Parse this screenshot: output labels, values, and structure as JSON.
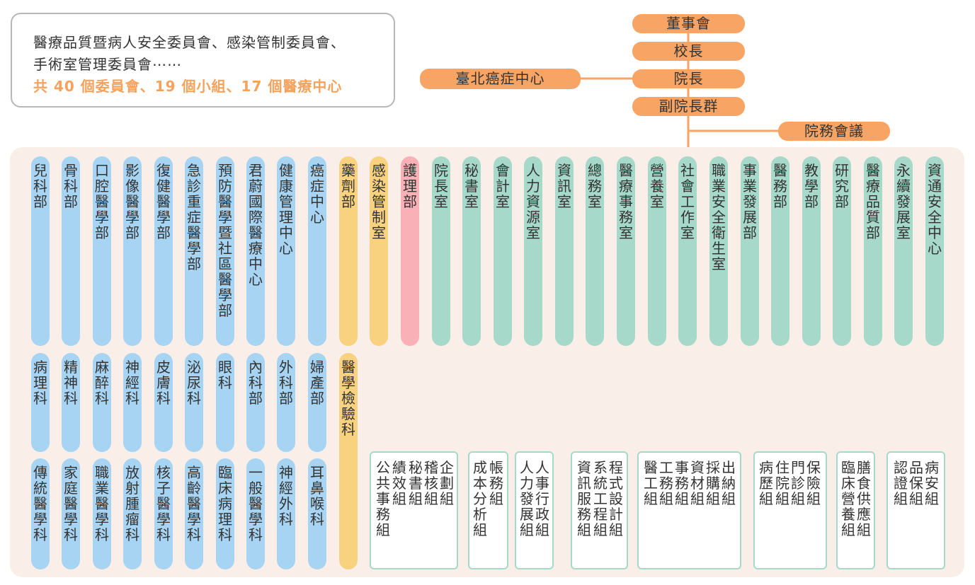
{
  "info": {
    "line1": "醫療品質暨病人安全委員會、感染管制委員會、",
    "line2": "手術室管理委員會⋯⋯",
    "summary": "共 40 個委員會、19 個小組、17 個醫療中心"
  },
  "top": {
    "board": "董事會",
    "president": "校長",
    "superintendent": "院長",
    "deputies": "副院長群",
    "cancer_center": "臺北癌症中心",
    "council": "院務會議"
  },
  "clinical_row1": [
    "兒科部",
    "骨科部",
    "口腔醫學部",
    "影像醫學部",
    "復健醫學部",
    "急診重症醫學部",
    "預防醫學暨社區醫學部",
    "君蔚國際醫療中心",
    "健康管理中心",
    "癌症中心"
  ],
  "clinical_row2": [
    "病理科",
    "精神科",
    "麻醉科",
    "神經科",
    "皮膚科",
    "泌尿科",
    "眼科",
    "內科部",
    "外科部",
    "婦產部"
  ],
  "clinical_row3": [
    "傳統醫學科",
    "家庭醫學科",
    "職業醫學科",
    "放射腫瘤科",
    "核子醫學科",
    "高齡醫學科",
    "臨床病理科",
    "一般醫學科",
    "神經外科",
    "耳鼻喉科"
  ],
  "pharmacy": "藥劑部",
  "lab_medicine": "醫學檢驗科",
  "infection_control": "感染管制室",
  "nursing": "護理部",
  "admin": [
    "院長室",
    "秘書室",
    "會計室",
    "人力資源室",
    "資訊室",
    "總務室",
    "醫療事務室",
    "營養室",
    "社會工作室",
    "職業安全衛生室",
    "事業發展部",
    "醫務部",
    "教學部",
    "研究部",
    "醫療品質部",
    "永續發展室",
    "資通安全中心"
  ],
  "groups": {
    "secretary": [
      "公共事務組",
      "績效組",
      "秘書組",
      "稽核組",
      "企劃組"
    ],
    "accounting": [
      "成本分析組",
      "帳務組"
    ],
    "hr": [
      "人力發展組",
      "人事行政組"
    ],
    "it": [
      "資訊服務組",
      "系統工程組",
      "程式設計組"
    ],
    "general": [
      "醫工組",
      "工務組",
      "事務組",
      "資材組",
      "採購組",
      "出納組"
    ],
    "medical_affairs": [
      "病歷組",
      "住院組",
      "門診組",
      "保險組"
    ],
    "nutrition": [
      "臨床營養組",
      "膳食供應組"
    ],
    "quality": [
      "認證組",
      "品保組",
      "病安組"
    ]
  },
  "colors": {
    "orange": "#f8a464",
    "blue": "#a7d4f2",
    "yellow": "#f9d280",
    "pink": "#f9b1b7",
    "green": "#a6d9c9",
    "panel": "#f9efe8"
  }
}
